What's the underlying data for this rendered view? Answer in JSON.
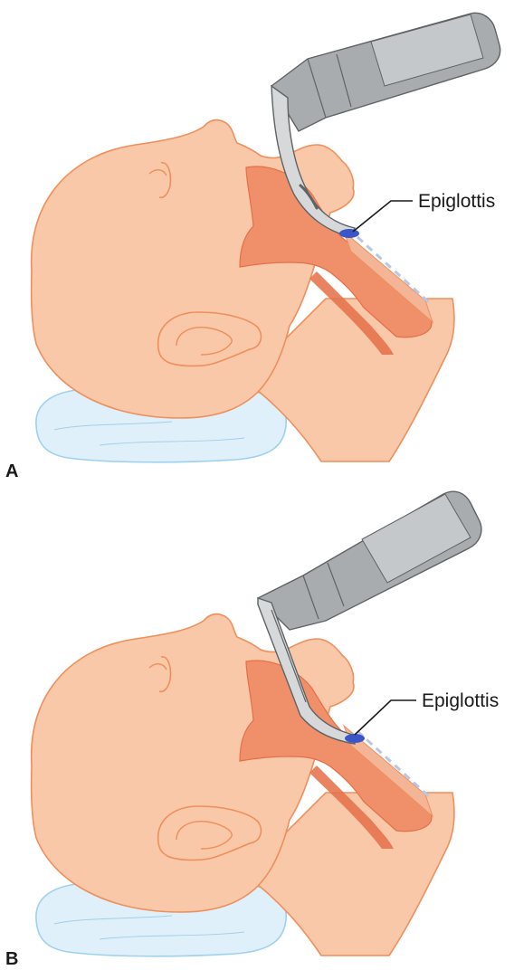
{
  "panels": [
    {
      "id": "A",
      "letter": "A",
      "callout": "Epiglottis",
      "blade": "curved"
    },
    {
      "id": "B",
      "letter": "B",
      "callout": "Epiglottis",
      "blade": "straight"
    }
  ],
  "colors": {
    "skin": "#f9c8a8",
    "skin_outline": "#ee8f5c",
    "airway": "#f0906a",
    "airway_dark": "#e56f48",
    "pillow": "#dff0fb",
    "pillow_outline": "#9fd0ee",
    "metal_light": "#d6d8d9",
    "metal": "#a9acae",
    "metal_dark": "#5f6365",
    "epiglottis": "#3a56c8",
    "trachea_dash": "#b9c7e6"
  }
}
